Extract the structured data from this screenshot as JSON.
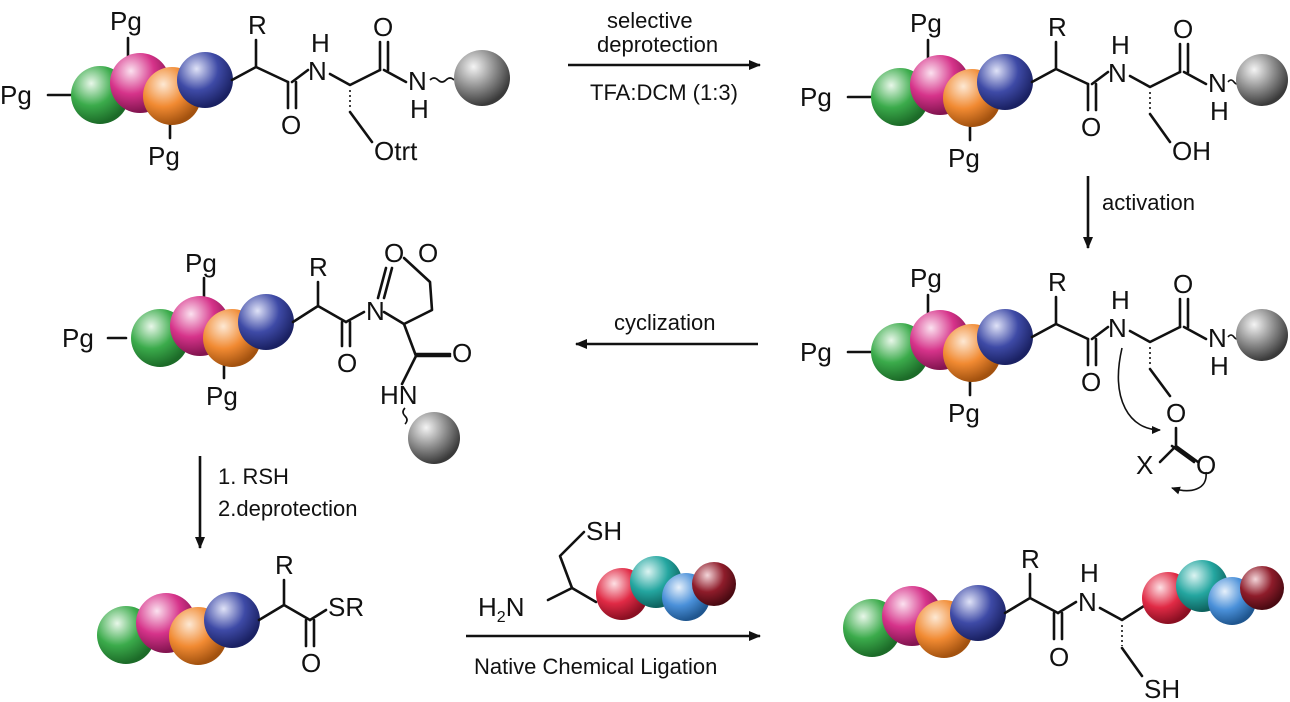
{
  "labels": {
    "pg": "Pg",
    "r": "R",
    "h": "H",
    "n": "N",
    "o": "O",
    "otrt": "Otrt",
    "oh": "OH",
    "hn": "HN",
    "x": "X",
    "sr": "SR",
    "sh": "SH",
    "h2": "H",
    "h2_sub": "2",
    "n_after_h2": "N"
  },
  "reagents": {
    "step1_line1": "selective",
    "step1_line2": "deprotection",
    "step1_cond": "TFA:DCM (1:3)",
    "step2": "activation",
    "step3": "cyclization",
    "step4_line1": "1. RSH",
    "step4_line2": "2.deprotection",
    "step5": "Native Chemical Ligation"
  },
  "colors": {
    "green": "#3bab4b",
    "magenta": "#d6338a",
    "orange": "#f18a32",
    "blue": "#3e4aa6",
    "red": "#e02a45",
    "teal": "#24a6a0",
    "lightblue": "#4a90d9",
    "maroon": "#8e1c2a",
    "grey": "#8c8c8c"
  }
}
